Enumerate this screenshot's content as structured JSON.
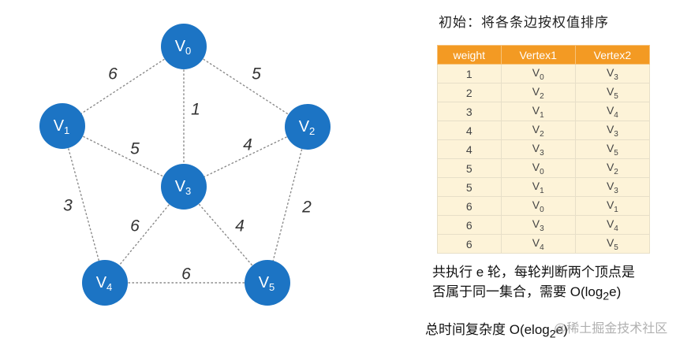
{
  "graph": {
    "nodes": [
      {
        "id": "v0",
        "base": "V",
        "sub": "0"
      },
      {
        "id": "v1",
        "base": "V",
        "sub": "1"
      },
      {
        "id": "v2",
        "base": "V",
        "sub": "2"
      },
      {
        "id": "v3",
        "base": "V",
        "sub": "3"
      },
      {
        "id": "v4",
        "base": "V",
        "sub": "4"
      },
      {
        "id": "v5",
        "base": "V",
        "sub": "5"
      }
    ],
    "edges": [
      {
        "from": "v0",
        "to": "v1",
        "weight": "6"
      },
      {
        "from": "v0",
        "to": "v2",
        "weight": "5"
      },
      {
        "from": "v0",
        "to": "v3",
        "weight": "1"
      },
      {
        "from": "v1",
        "to": "v3",
        "weight": "5"
      },
      {
        "from": "v2",
        "to": "v3",
        "weight": "4"
      },
      {
        "from": "v1",
        "to": "v4",
        "weight": "3"
      },
      {
        "from": "v3",
        "to": "v4",
        "weight": "6"
      },
      {
        "from": "v3",
        "to": "v5",
        "weight": "4"
      },
      {
        "from": "v2",
        "to": "v5",
        "weight": "2"
      },
      {
        "from": "v4",
        "to": "v5",
        "weight": "6"
      }
    ],
    "node_color": "#1c74c4"
  },
  "panel": {
    "title": "初始：将各条边按权值排序",
    "table": {
      "headers": [
        "weight",
        "Vertex1",
        "Vertex2"
      ],
      "rows": [
        [
          "1",
          "V0",
          "V3"
        ],
        [
          "2",
          "V2",
          "V5"
        ],
        [
          "3",
          "V1",
          "V4"
        ],
        [
          "4",
          "V2",
          "V3"
        ],
        [
          "4",
          "V3",
          "V5"
        ],
        [
          "5",
          "V0",
          "V2"
        ],
        [
          "5",
          "V1",
          "V3"
        ],
        [
          "6",
          "V0",
          "V1"
        ],
        [
          "6",
          "V3",
          "V4"
        ],
        [
          "6",
          "V4",
          "V5"
        ]
      ]
    },
    "note_line1": "共执行 e 轮，每轮判断两个顶点是",
    "note_line2_prefix": "否属于同一集合，需要 O(log",
    "note_line2_sub": "2",
    "note_line2_suffix": "e)",
    "complexity_prefix": "总时间复杂度 O(elog",
    "complexity_sub": "2",
    "complexity_suffix": "e)",
    "watermark": "@稀土掘金技术社区"
  },
  "colors": {
    "header_bg": "#f39a23",
    "cell_bg": "#fdf3d8",
    "node": "#1c74c4"
  }
}
